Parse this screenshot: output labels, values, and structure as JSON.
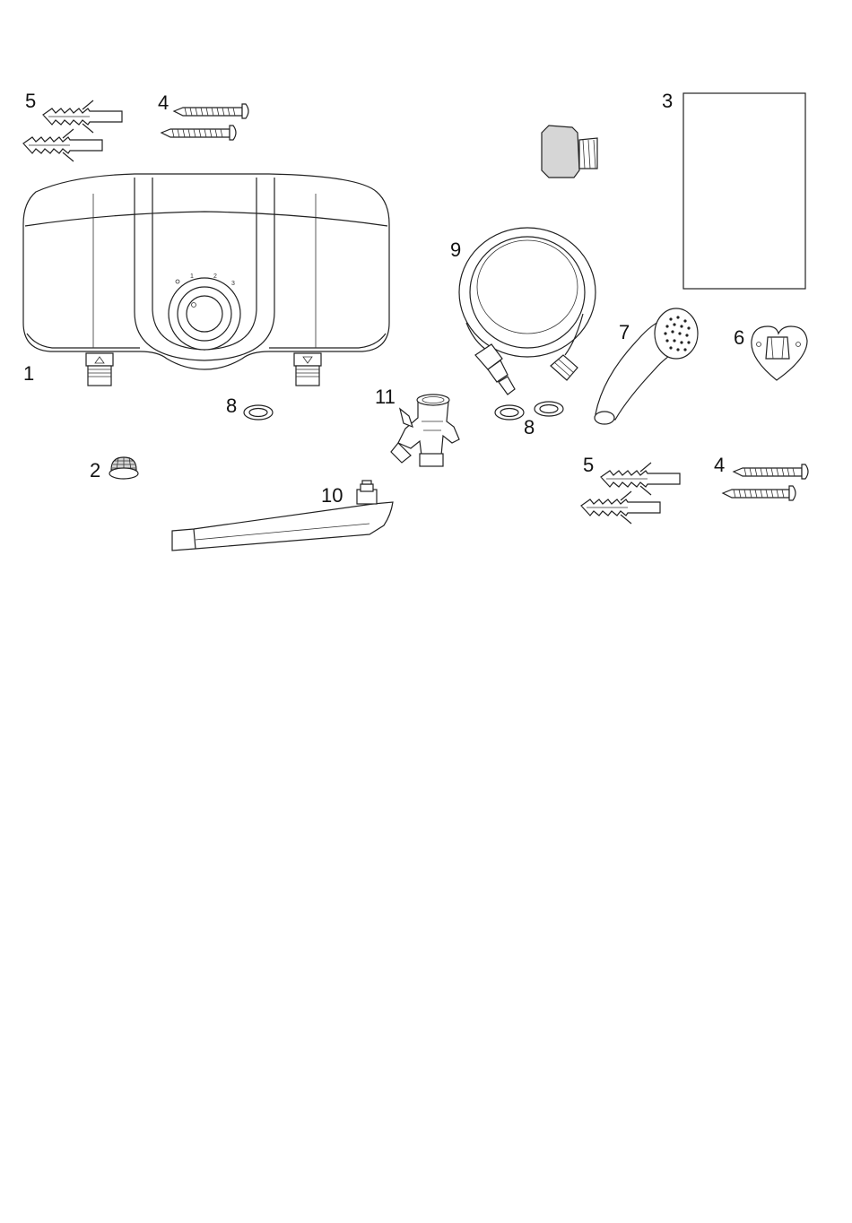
{
  "diagram": {
    "callouts": [
      {
        "id": "heater",
        "label": "1"
      },
      {
        "id": "filter",
        "label": "2"
      },
      {
        "id": "manual",
        "label": "3"
      },
      {
        "id": "screws-top",
        "label": "4"
      },
      {
        "id": "screws-bottom",
        "label": "4"
      },
      {
        "id": "anchors-top",
        "label": "5"
      },
      {
        "id": "anchors-bottom",
        "label": "5"
      },
      {
        "id": "holder",
        "label": "6"
      },
      {
        "id": "showerhead",
        "label": "7"
      },
      {
        "id": "gasket-left",
        "label": "8"
      },
      {
        "id": "gaskets-right",
        "label": "8"
      },
      {
        "id": "hose",
        "label": "9"
      },
      {
        "id": "spout",
        "label": "10"
      },
      {
        "id": "tee",
        "label": "11"
      }
    ],
    "dial_marks": [
      "1",
      "2",
      "3"
    ]
  }
}
